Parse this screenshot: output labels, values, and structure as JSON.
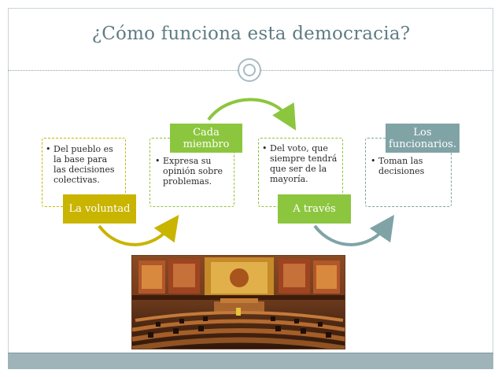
{
  "slide": {
    "title": "¿Cómo funciona esta democracia?"
  },
  "steps": [
    {
      "tag": "La voluntad",
      "bullets": [
        "Del pueblo es la base para las decisiones colectivas."
      ],
      "color": "#c9b400"
    },
    {
      "tag": "Cada\nmiembro",
      "bullets": [
        "Expresa su opinión sobre problemas."
      ],
      "color": "#8cc63f"
    },
    {
      "tag": "A través",
      "bullets": [
        "Del voto, que siempre tendrá que ser de la mayoría."
      ],
      "color": "#8cc63f"
    },
    {
      "tag": "Los\nfuncionarios.",
      "bullets": [
        "Toman  las decisiones"
      ],
      "color": "#80a3a6"
    }
  ],
  "image": {
    "subject": "legislative-assembly-chamber"
  },
  "colors": {
    "title": "#5f7d84",
    "yellow": "#c9b400",
    "green": "#8cc63f",
    "teal": "#80a3a6"
  }
}
